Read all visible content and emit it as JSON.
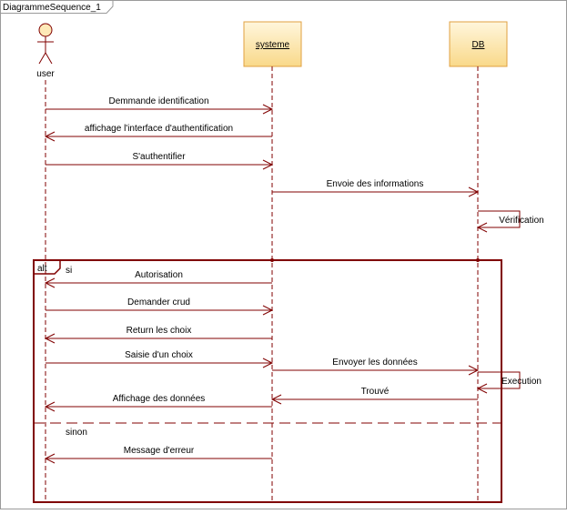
{
  "frame": {
    "title": "DiagrammeSequence_1"
  },
  "lifelines": [
    {
      "id": "user",
      "label": "user",
      "kind": "actor"
    },
    {
      "id": "systeme",
      "label": "systeme",
      "kind": "object"
    },
    {
      "id": "db",
      "label": "DB",
      "kind": "object"
    }
  ],
  "messages": [
    {
      "id": "m1",
      "from": "user",
      "to": "systeme",
      "label": "Demmande identification"
    },
    {
      "id": "m2",
      "from": "systeme",
      "to": "user",
      "label": "affichage l'interface d'authentification"
    },
    {
      "id": "m3",
      "from": "user",
      "to": "systeme",
      "label": "S'authentifier"
    },
    {
      "id": "m4",
      "from": "systeme",
      "to": "db",
      "label": "Envoie des informations"
    },
    {
      "id": "m5",
      "from": "db",
      "to": "db",
      "label": "Vérification"
    },
    {
      "id": "m6",
      "from": "systeme",
      "to": "user",
      "label": "Autorisation"
    },
    {
      "id": "m7",
      "from": "user",
      "to": "systeme",
      "label": "Demander crud"
    },
    {
      "id": "m8",
      "from": "systeme",
      "to": "user",
      "label": "Return les choix"
    },
    {
      "id": "m9",
      "from": "user",
      "to": "systeme",
      "label": "Saisie d'un choix"
    },
    {
      "id": "m10",
      "from": "systeme",
      "to": "db",
      "label": "Envoyer les données"
    },
    {
      "id": "m11",
      "from": "db",
      "to": "db",
      "label": "Execution"
    },
    {
      "id": "m12",
      "from": "db",
      "to": "systeme",
      "label": "Trouvé"
    },
    {
      "id": "m13",
      "from": "systeme",
      "to": "user",
      "label": "Affichage des données"
    },
    {
      "id": "m14",
      "from": "systeme",
      "to": "user",
      "label": "Message d'erreur"
    }
  ],
  "fragment": {
    "operator": "alt",
    "guards": [
      "si",
      "sinon"
    ]
  },
  "colors": {
    "message": "#800000",
    "lifeline": "#800000",
    "box_fill": "#fde9b8",
    "box_border": "#e0a040",
    "fragment": "#800000"
  }
}
